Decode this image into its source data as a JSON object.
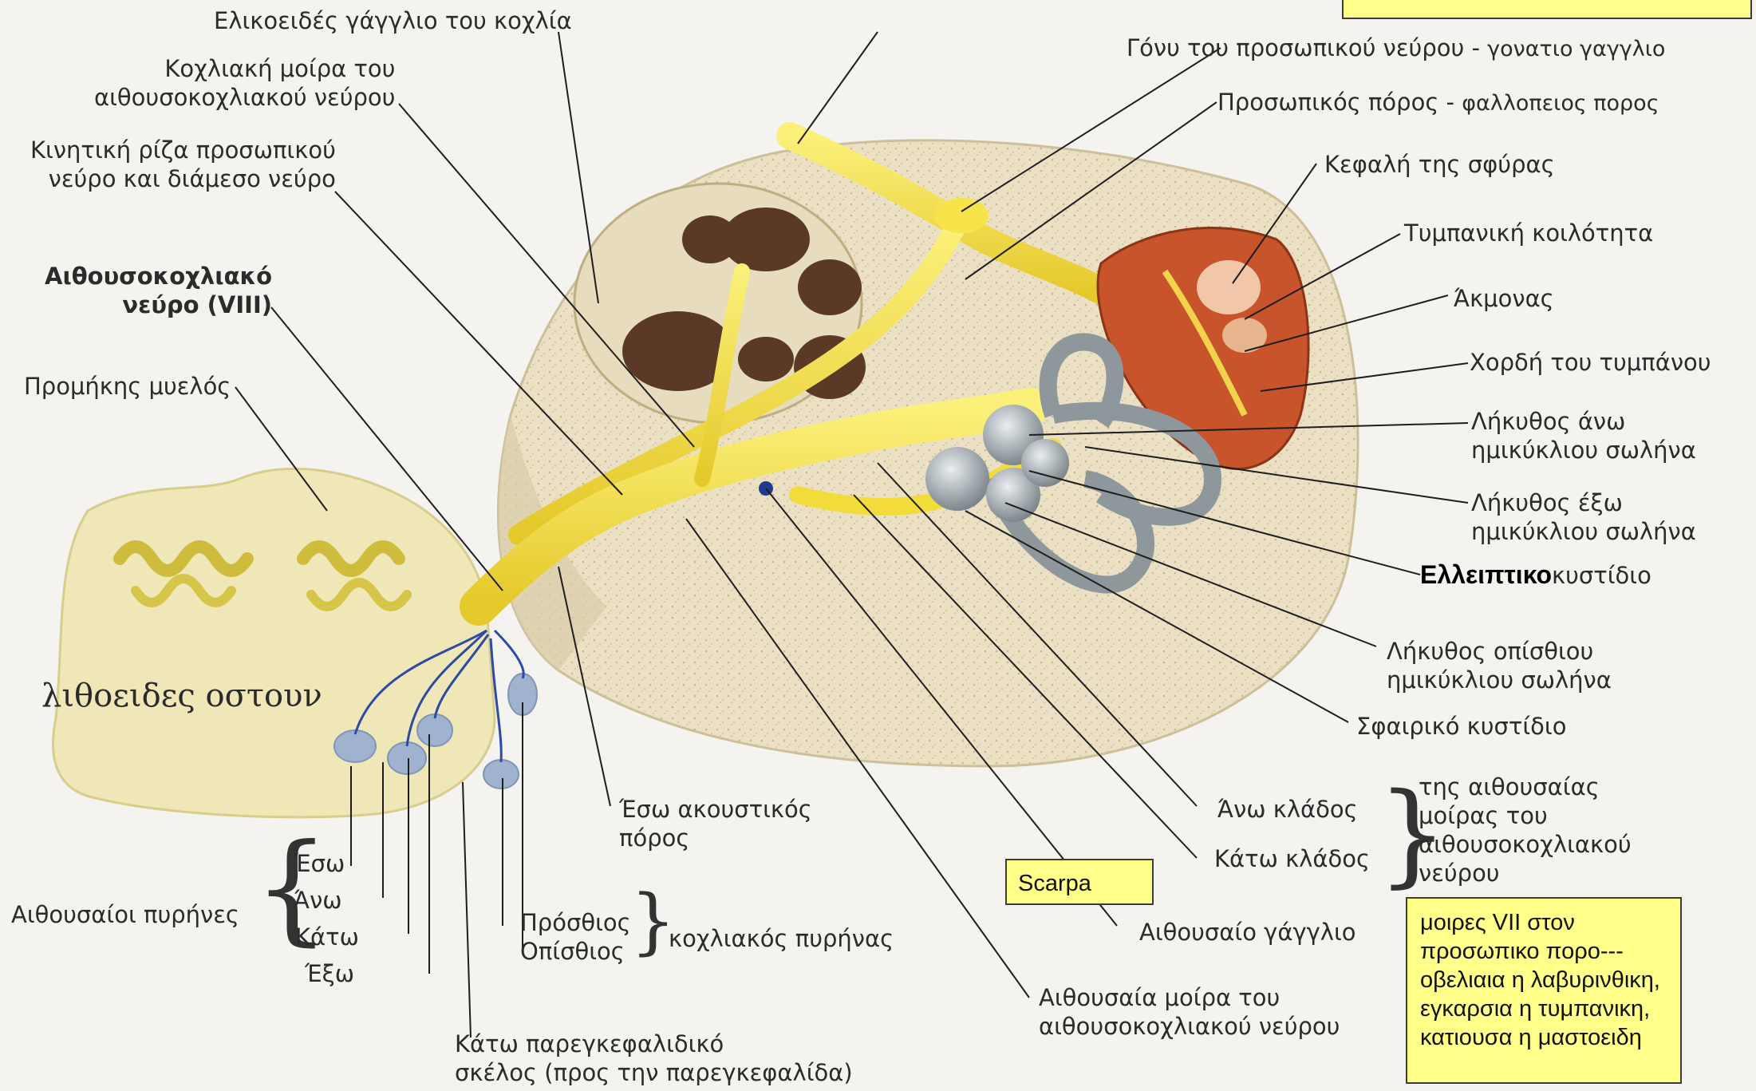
{
  "labels": {
    "spiral_ganglion": "Ελικοειδές γάγγλιο του κοχλία",
    "cochlear_part": "Κοχλιακή μοίρα του\nαιθουσοκοχλιακού νεύρου",
    "motor_root": "Κινητική ρίζα προσωπικού\nνεύρο και διάμεσο νεύρο",
    "vestibulocochlear": "Αιθουσοκοχλιακό\nνεύρο (VIII)",
    "medulla": "Προμήκης μυελός",
    "petrous_bone": "λιθοειδες οστουν",
    "vestibular_nuclei": "Αιθουσαίοι πυρήνες",
    "vestibular_nuclei_parts": [
      "Έσω",
      "Άνω",
      "Κάτω",
      "Έξω"
    ],
    "cochlear_nucleus_parts": [
      "Πρόσθιος",
      "Οπίσθιος"
    ],
    "cochlear_nucleus": "κοχλιακός πυρήνας",
    "inferior_peduncle": "Κάτω παρεγκεφαλιδικό\nσκέλος (προς την παρεγκεφαλίδα)",
    "internal_meatus": "Έσω ακουστικός\nπόρος",
    "vestibular_part": "Αιθουσαία μοίρα του\nαιθουσοκοχλιακού νεύρου",
    "vestibular_ganglion": "Αιθουσαίο γάγγλιο",
    "upper_branch": "Άνω κλάδος",
    "lower_branch": "Κάτω κλάδος",
    "branch_group": "της αιθουσαίας\nμοίρας του\nαιθουσοκοχλιακού\nνεύρου",
    "saccule": "Σφαιρικό κυστίδιο",
    "posterior_ampulla": "Λήκυθος οπίσθιου\nημικύκλιου σωλήνα",
    "utricle_main": "Ελλειπτικο",
    "utricle_rest": "κυστίδιο",
    "lateral_ampulla": "Λήκυθος έξω\nημικύκλιου σωλήνα",
    "superior_ampulla": "Λήκυθος άνω\nημικύκλιου σωλήνα",
    "chorda_tympani": "Χορδή του τυμπάνου",
    "incus": "Άκμονας",
    "tympanic_cavity": "Τυμπανική κοιλότητα",
    "malleus_head": "Κεφαλή της σφύρας",
    "facial_canal": "Προσωπικός πόρος",
    "facial_canal_note": "φαλλοπειος πορος",
    "facial_genu": "Γόνυ του προσωπικού νεύρου",
    "facial_genu_note": "γονατιο γαγγλιο",
    "scarpa": "Scarpa",
    "facial_parts_note": "μοιρες VII στον\nπροσωπικο πορο---\nοβελιαια η λαβυρινθικη,\nεγκαρσια η τυμπανικη,\nκατιουσα η μαστοειδη"
  },
  "colors": {
    "nerve": "#f2df3a",
    "bone": "#ebe0c4",
    "note_bg": "#ffff8a",
    "tympanic": "#c8542c"
  }
}
